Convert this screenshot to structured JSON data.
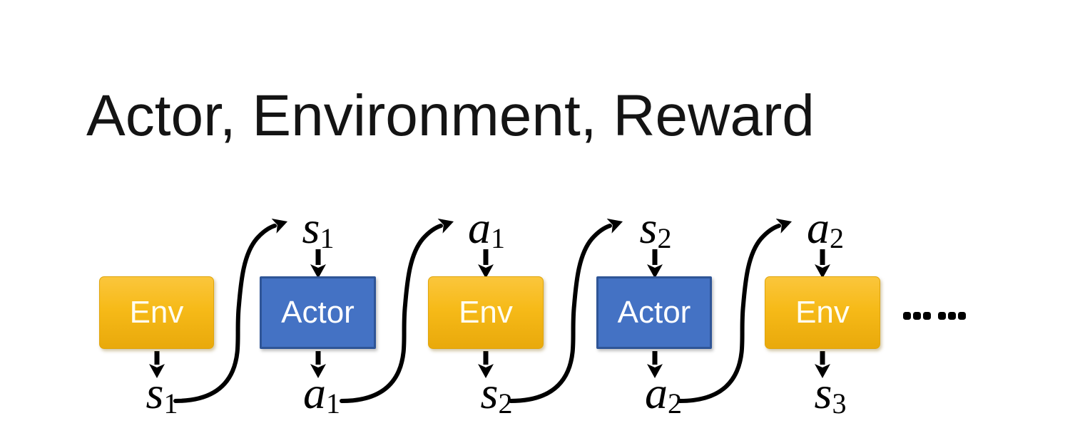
{
  "slide": {
    "title": "Actor, Environment, Reward"
  },
  "diagram": {
    "boxes": [
      {
        "label": "Env",
        "type": "environment"
      },
      {
        "label": "Actor",
        "type": "actor"
      },
      {
        "label": "Env",
        "type": "environment"
      },
      {
        "label": "Actor",
        "type": "actor"
      },
      {
        "label": "Env",
        "type": "environment"
      }
    ],
    "top_labels": [
      {
        "base": "s",
        "sub": "1"
      },
      {
        "base": "a",
        "sub": "1"
      },
      {
        "base": "s",
        "sub": "2"
      },
      {
        "base": "a",
        "sub": "2"
      }
    ],
    "bottom_labels": [
      {
        "base": "s",
        "sub": "1"
      },
      {
        "base": "a",
        "sub": "1"
      },
      {
        "base": "s",
        "sub": "2"
      },
      {
        "base": "a",
        "sub": "2"
      },
      {
        "base": "s",
        "sub": "3"
      }
    ],
    "ellipsis": "……",
    "colors": {
      "env_gradient_top": "#FBC63C",
      "env_gradient_bottom": "#E9A90B",
      "env_text": "#FFFDF0",
      "actor_fill": "#4472C4",
      "actor_border": "#2F5597",
      "actor_text": "#FFFFFF",
      "arrow": "#000000",
      "title_text": "#141414",
      "background": "#FFFFFF"
    }
  }
}
